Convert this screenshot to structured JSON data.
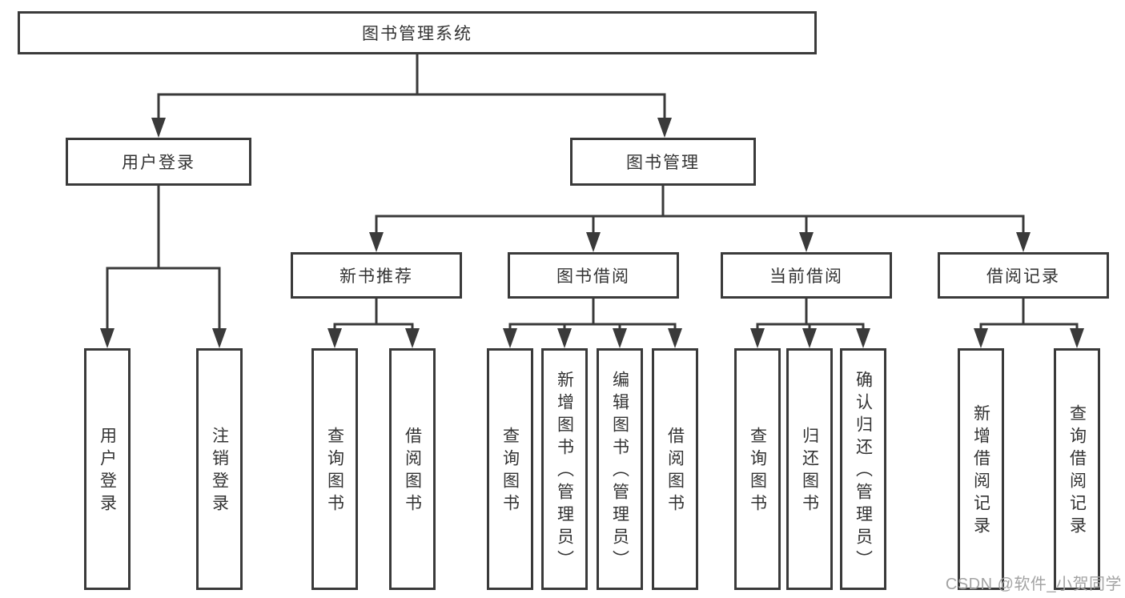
{
  "diagram": {
    "root": {
      "label": "图书管理系统"
    },
    "level2": [
      {
        "label": "用户登录"
      },
      {
        "label": "图书管理"
      }
    ],
    "level3": [
      {
        "label": "新书推荐"
      },
      {
        "label": "图书借阅"
      },
      {
        "label": "当前借阅"
      },
      {
        "label": "借阅记录"
      }
    ],
    "leaves": {
      "user": [
        {
          "label": "用户登录"
        },
        {
          "label": "注销登录"
        }
      ],
      "recommend": [
        {
          "label": "查询图书"
        },
        {
          "label": "借阅图书"
        }
      ],
      "borrow": [
        {
          "label": "查询图书"
        },
        {
          "label": "新增图书（管理员）"
        },
        {
          "label": "编辑图书（管理员）"
        },
        {
          "label": "借阅图书"
        }
      ],
      "current": [
        {
          "label": "查询图书"
        },
        {
          "label": "归还图书"
        },
        {
          "label": "确认归还（管理员）"
        }
      ],
      "records": [
        {
          "label": "新增借阅记录"
        },
        {
          "label": "查询借阅记录"
        }
      ]
    }
  },
  "watermark": {
    "text": "CSDN @软件_小贺同学"
  },
  "colors": {
    "line": "#3a3a3a",
    "box_border": "#3a3a3a",
    "text": "#333333",
    "background": "#ffffff",
    "watermark_text": "#a3a3a3"
  }
}
